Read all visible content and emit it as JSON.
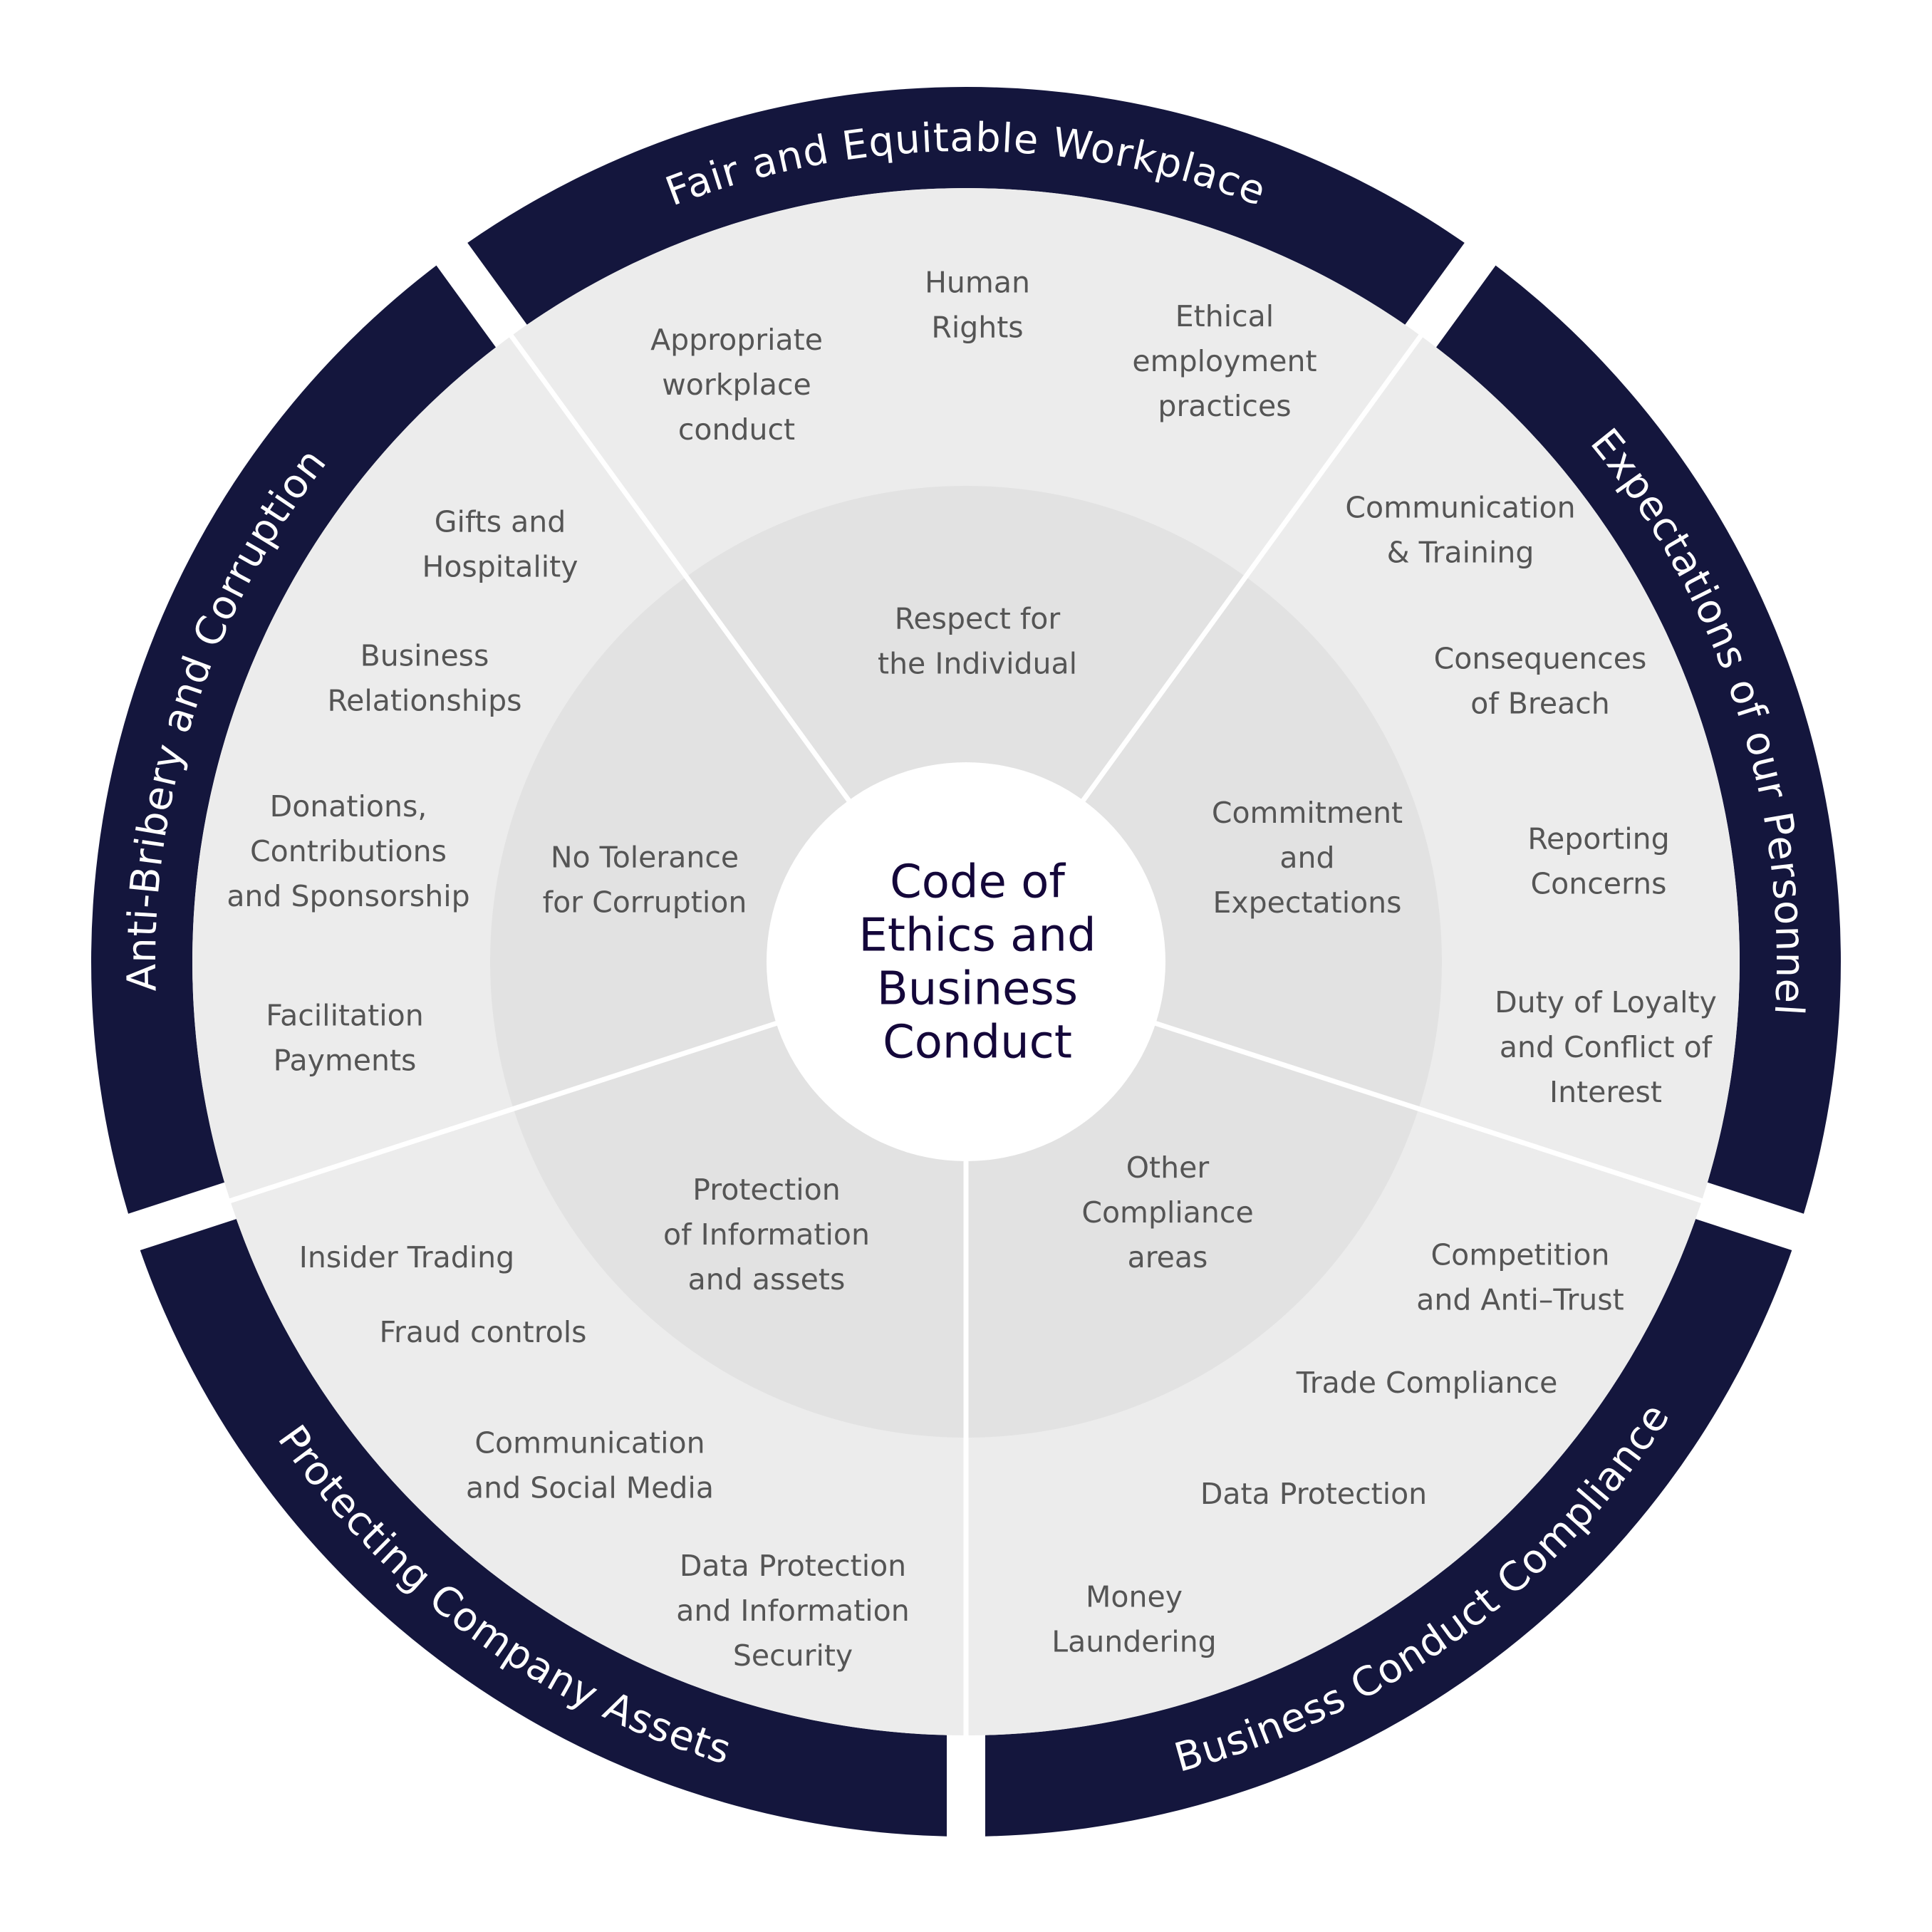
{
  "title": "Code of Ethics and Business Conduct",
  "center": {
    "lines": [
      "Code of",
      "Ethics and",
      "Business",
      "Conduct"
    ]
  },
  "colors": {
    "band": "#14163d",
    "outer_ring": "#ececec",
    "inner_ring": "#e2e2e2",
    "center": "#ffffff",
    "label_text": "#555555",
    "center_text": "#14073a"
  },
  "sections": [
    {
      "id": "fair-workplace",
      "band_title": "Fair and Equitable Workplace",
      "pillar": [
        "Respect for",
        "the Individual"
      ],
      "items": [
        [
          "Appropriate",
          "workplace",
          "conduct"
        ],
        [
          "Human",
          "Rights"
        ],
        [
          "Ethical",
          "employment",
          "practices"
        ]
      ]
    },
    {
      "id": "expectations-personnel",
      "band_title": "Expectations of our Personnel",
      "pillar": [
        "Commitment",
        "and",
        "Expectations"
      ],
      "items": [
        [
          "Communication",
          "& Training"
        ],
        [
          "Consequences",
          "of Breach"
        ],
        [
          "Reporting",
          "Concerns"
        ],
        [
          "Duty of Loyalty",
          "and Conflict of",
          "Interest"
        ]
      ]
    },
    {
      "id": "business-conduct-compliance",
      "band_title": "Business Conduct Compliance",
      "pillar": [
        "Other",
        "Compliance",
        "areas"
      ],
      "items": [
        [
          "Competition",
          "and Anti–Trust"
        ],
        [
          "Trade Compliance"
        ],
        [
          "Data Protection"
        ],
        [
          "Money",
          "Laundering"
        ]
      ]
    },
    {
      "id": "protecting-assets",
      "band_title": "Protecting Company Assets",
      "pillar": [
        "Protection",
        "of Information",
        "and assets"
      ],
      "items": [
        [
          "Insider Trading"
        ],
        [
          "Fraud controls"
        ],
        [
          "Communication",
          "and Social Media"
        ],
        [
          "Data Protection",
          "and Information",
          "Security"
        ]
      ]
    },
    {
      "id": "anti-bribery",
      "band_title": "Anti-Bribery and Corruption",
      "pillar": [
        "No Tolerance",
        "for Corruption"
      ],
      "items": [
        [
          "Gifts and",
          "Hospitality"
        ],
        [
          "Business",
          "Relationships"
        ],
        [
          "Donations,",
          "Contributions",
          "and Sponsorship"
        ],
        [
          "Facilitation",
          "Payments"
        ]
      ]
    }
  ]
}
